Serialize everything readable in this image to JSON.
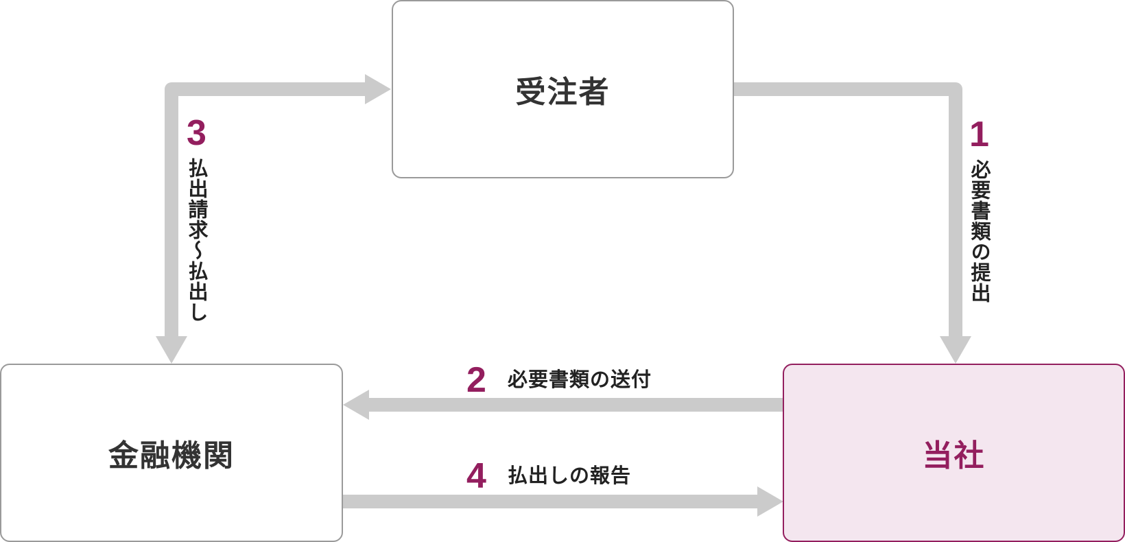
{
  "colors": {
    "arrow": "#cbcbcb",
    "accent": "#931e5e",
    "highlight_fill": "#f4e6ef",
    "box_border": "#9a9a9a",
    "text": "#333333"
  },
  "nodes": {
    "contractor": "受注者",
    "bank": "金融機関",
    "company": "当社"
  },
  "steps": [
    {
      "number": "1",
      "label": "必要書類の提出"
    },
    {
      "number": "2",
      "label": "必要書類の送付"
    },
    {
      "number": "3",
      "label": "払出請求～払出し"
    },
    {
      "number": "4",
      "label": "払出しの報告"
    }
  ]
}
